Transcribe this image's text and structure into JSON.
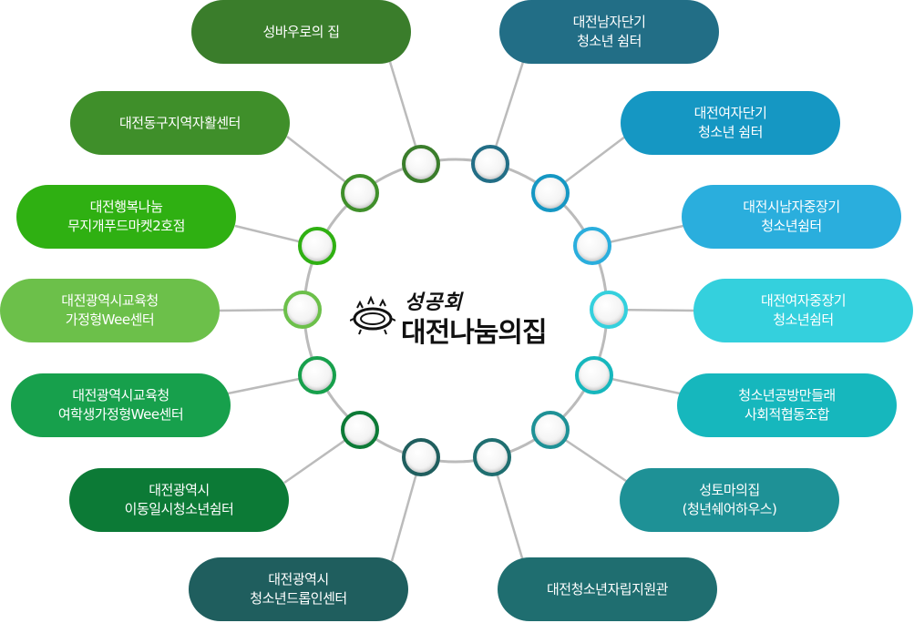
{
  "logo": {
    "small": "성공회",
    "big": "대전나눔의집"
  },
  "ring_color": "#b8b8b8",
  "left": [
    {
      "line1": "성바우로의 집",
      "line2": "",
      "color": "#3a7d2b"
    },
    {
      "line1": "대전동구지역자활센터",
      "line2": "",
      "color": "#3f8f2a"
    },
    {
      "line1": "대전행복나눔",
      "line2": "무지개푸드마켓2호점",
      "color": "#2fb012"
    },
    {
      "line1": "대전광역시교육청",
      "line2": "가정형Wee센터",
      "color": "#6cc04a"
    },
    {
      "line1": "대전광역시교육청",
      "line2": "여학생가정형Wee센터",
      "color": "#17a04c"
    },
    {
      "line1": "대전광역시",
      "line2": "이동일시청소년쉼터",
      "color": "#0c7a36"
    },
    {
      "line1": "대전광역시",
      "line2": "청소년드롭인센터",
      "color": "#1f5e5e"
    }
  ],
  "right": [
    {
      "line1": "대전남자단기",
      "line2": "청소년 쉼터",
      "color": "#226e86"
    },
    {
      "line1": "대전여자단기",
      "line2": "청소년 쉼터",
      "color": "#1597c3"
    },
    {
      "line1": "대전시남자중장기",
      "line2": "청소년쉼터",
      "color": "#2aaedd"
    },
    {
      "line1": "대전여자중장기",
      "line2": "청소년쉼터",
      "color": "#34d0dd"
    },
    {
      "line1": "청소년공방만들래",
      "line2": "사회적협동조합",
      "color": "#16b7bd"
    },
    {
      "line1": "성토마의집",
      "line2": "(청년쉐어하우스)",
      "color": "#1e9196"
    },
    {
      "line1": "대전청소년자립지원관",
      "line2": "",
      "color": "#1f6e70"
    }
  ]
}
